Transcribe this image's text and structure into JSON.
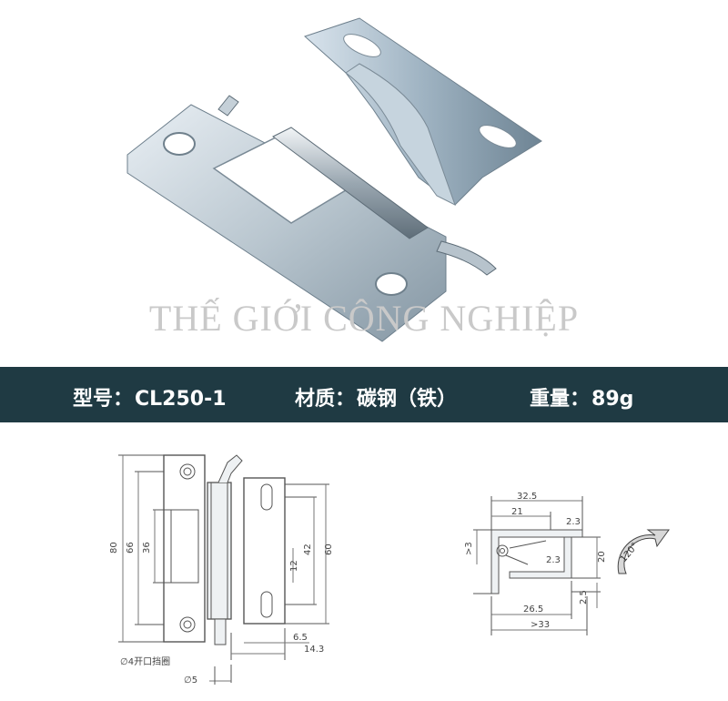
{
  "watermark": "THẾ GIỚI CÔNG NGHIỆP",
  "specs": {
    "model_label": "型号：",
    "model_value": "CL250-1",
    "material_label": "材质：",
    "material_value": "碳钢（铁）",
    "weight_label": "重量：",
    "weight_value": "89g"
  },
  "colors": {
    "bar": "#1f3a43",
    "watermark": "#c9c9c9"
  },
  "front_view": {
    "dim_80": "80",
    "dim_66": "66",
    "dim_36": "36",
    "dim_42": "42",
    "dim_60": "60",
    "dim_12": "12",
    "dim_6_5": "6.5",
    "dim_14_3": "14.3",
    "note_pin": "∅4开口挡圈",
    "dia_5": "∅5"
  },
  "side_view": {
    "dim_32_5": "32.5",
    "dim_21": "21",
    "dim_2_3_top": "2.3",
    "dim_2_3": "2.3",
    "dim_gt3": ">3",
    "dim_20": "20",
    "dim_2_5": "2.5",
    "dim_26_5": "26.5",
    "dim_gt33": ">33",
    "angle": "120°"
  }
}
